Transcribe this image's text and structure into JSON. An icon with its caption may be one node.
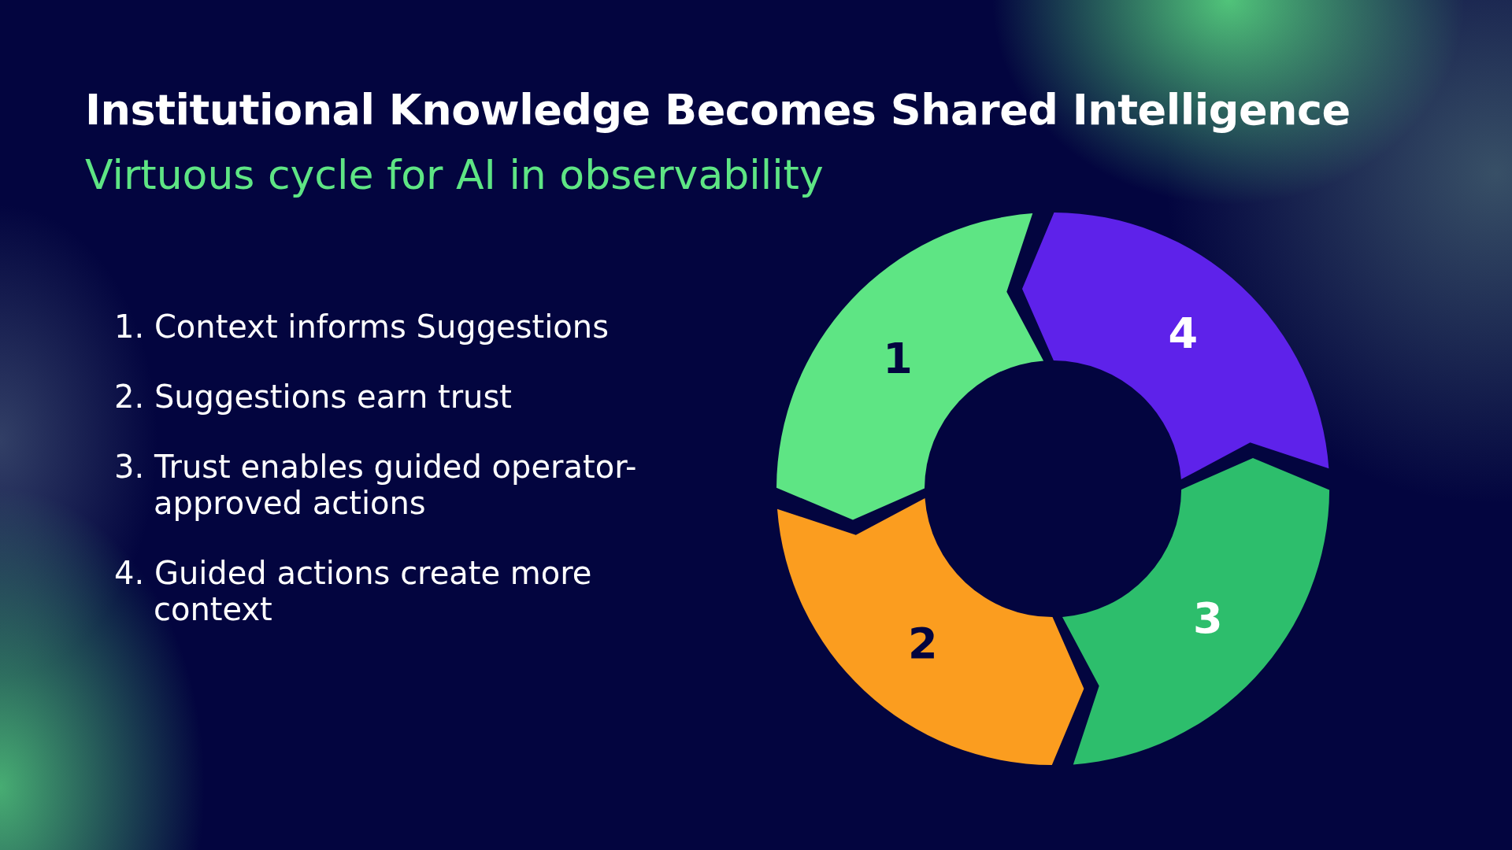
{
  "diagram": {
    "title": "Institutional Knowledge Becomes Shared Intelligence",
    "nodes": [
      {
        "text": [
          "1"
        ]
      },
      {
        "text": [
          "2"
        ]
      },
      {
        "text": [
          "3"
        ]
      },
      {
        "text": [
          "4"
        ]
      }
    ],
    "labels": [
      "Virtuous cycle for AI in observability",
      "1. Context informs Suggestions",
      "2. Suggestions earn trust",
      "3. Trust enables guided operator-approved actions",
      "4. Guided actions create more context"
    ]
  }
}
